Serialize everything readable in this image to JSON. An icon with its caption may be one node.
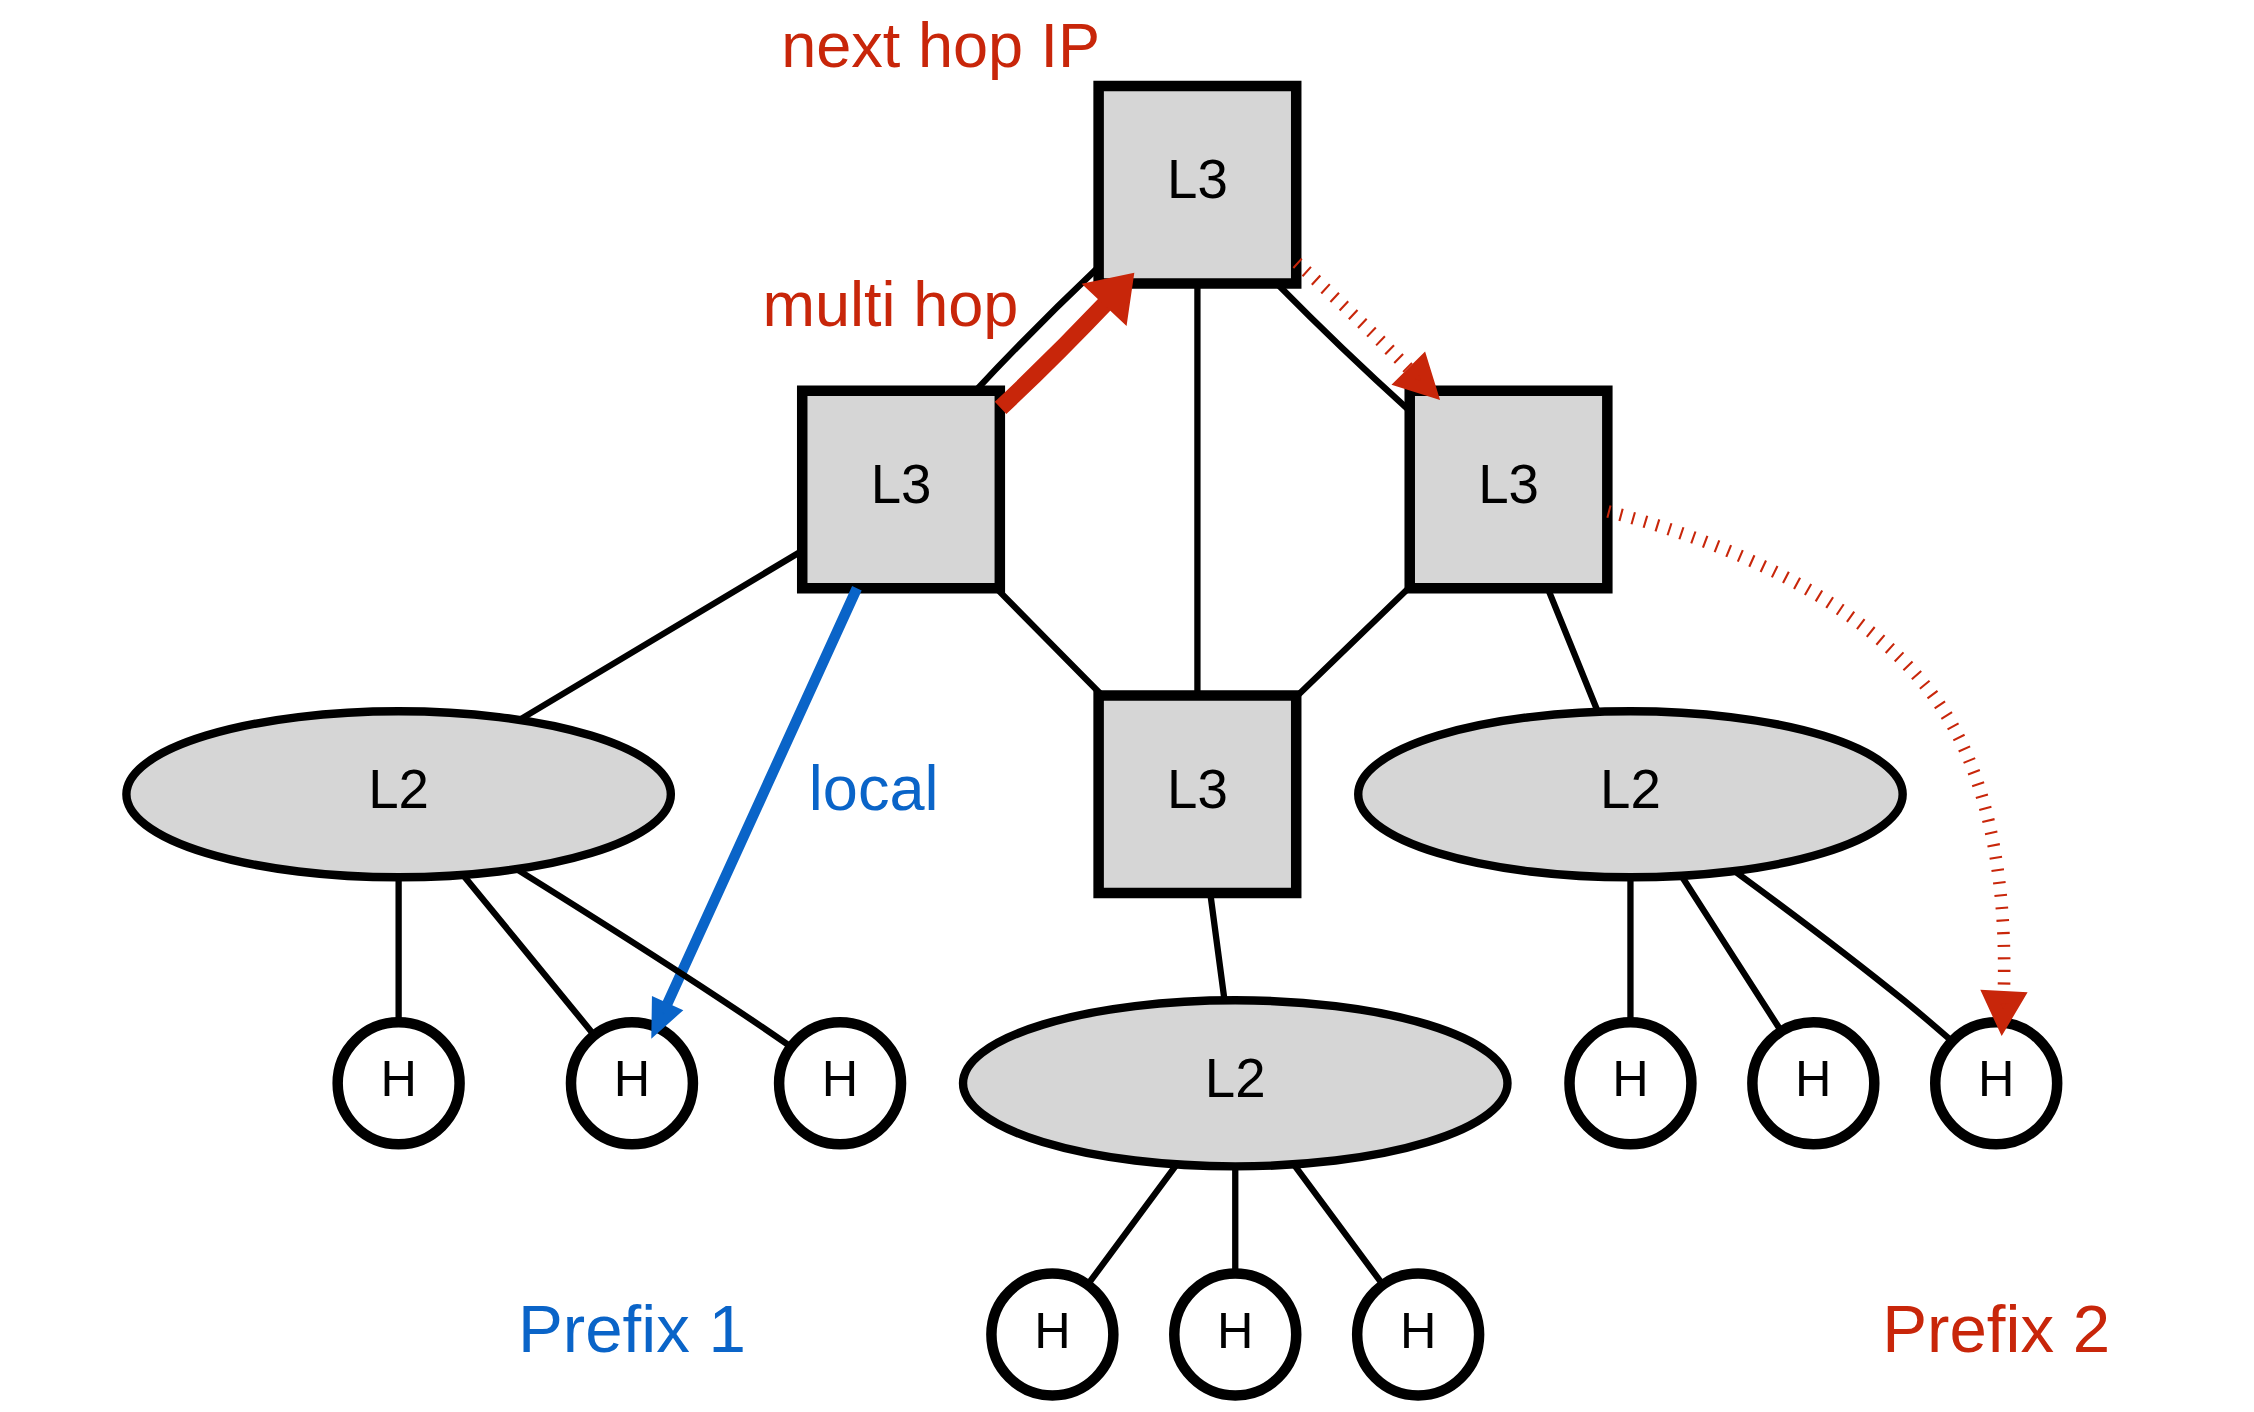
{
  "diagram": {
    "nodes": [
      {
        "text": [
          "L3"
        ],
        "beside": [
          "next hop IP"
        ]
      },
      {
        "text": [
          "L3"
        ]
      },
      {
        "text": [
          "L3"
        ]
      },
      {
        "text": [
          "L3"
        ]
      },
      {
        "text": [
          "L2"
        ]
      },
      {
        "text": [
          "L2"
        ]
      },
      {
        "text": [
          "L2"
        ]
      },
      {
        "text": [
          "H"
        ]
      },
      {
        "text": [
          "H"
        ]
      },
      {
        "text": [
          "H"
        ]
      },
      {
        "text": [
          "H"
        ]
      },
      {
        "text": [
          "H"
        ]
      },
      {
        "text": [
          "H"
        ]
      },
      {
        "text": [
          "H"
        ]
      },
      {
        "text": [
          "H"
        ]
      },
      {
        "text": [
          "H"
        ]
      }
    ],
    "edges": [
      {
        "from": 0,
        "to": 1,
        "arrow": "none"
      },
      {
        "from": 0,
        "to": 2,
        "arrow": "none"
      },
      {
        "from": 0,
        "to": 3,
        "arrow": "none"
      },
      {
        "from": 1,
        "to": 3,
        "arrow": "none"
      },
      {
        "from": 2,
        "to": 3,
        "arrow": "none"
      },
      {
        "from": 1,
        "to": 4,
        "arrow": "none"
      },
      {
        "from": 2,
        "to": 5,
        "arrow": "none"
      },
      {
        "from": 3,
        "to": 6,
        "arrow": "none"
      },
      {
        "from": 4,
        "to": 7,
        "arrow": "none"
      },
      {
        "from": 4,
        "to": 8,
        "arrow": "none"
      },
      {
        "from": 4,
        "to": 9,
        "arrow": "none"
      },
      {
        "from": 5,
        "to": 10,
        "arrow": "none"
      },
      {
        "from": 5,
        "to": 11,
        "arrow": "none"
      },
      {
        "from": 5,
        "to": 12,
        "arrow": "none"
      },
      {
        "from": 6,
        "to": 13,
        "arrow": "none"
      },
      {
        "from": 6,
        "to": 14,
        "arrow": "none"
      },
      {
        "from": 6,
        "to": 15,
        "arrow": "none"
      },
      {
        "from": 2,
        "to": 0,
        "arrow": "to",
        "label": "multi hop",
        "style": "thick",
        "color": "#c8260a"
      },
      {
        "from": 0,
        "to": 1,
        "arrow": "to",
        "style": "dashed",
        "color": "#c8260a"
      },
      {
        "from": 1,
        "to": 9,
        "arrow": "to",
        "style": "dashed",
        "color": "#c8260a"
      },
      {
        "from": 2,
        "to": 10,
        "arrow": "to",
        "label": "local",
        "color": "#0a64c8"
      }
    ],
    "labels": [
      "Prefix 2",
      "Prefix 1"
    ]
  }
}
